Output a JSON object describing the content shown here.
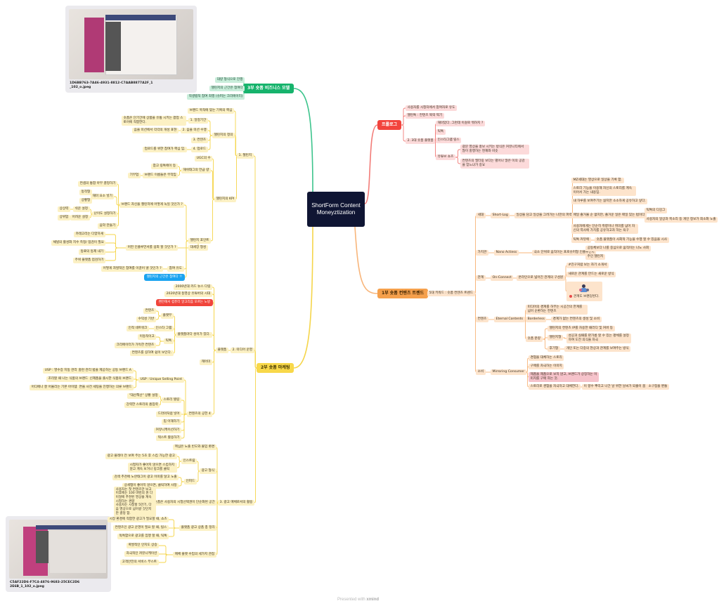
{
  "center": "ShortForm Content Moneyztization",
  "images": {
    "top_caption": "1D6BB763-7A46-4931-8812-C7AAB8877A2F_1_102_o.jpeg",
    "bottom_caption": "C5AF22D6-F7C4-4876-9683-25CEC2D62E6B_1_102_o.jpeg"
  },
  "footer": {
    "prefix": "Presented with",
    "brand": "xmind"
  },
  "colors": {
    "green": "#16b36c",
    "red": "#f2443d",
    "orange": "#f5a04c",
    "yellow": "#f8d84a",
    "center": "#0f1533"
  },
  "mindmap": {
    "nodes": {
      "g0": "3부 숏폼 비즈니스 모델",
      "g1": "대량 형식으로 진행",
      "g2": "챌린저의 근간은 참여다",
      "g3": "적생탭적 참여 최행 (슈퍼는 크리에이터)",
      "r0": "프롤로그",
      "r1": "사용자를 시청자에서 참여자로 유도",
      "r2": "챌린톡 : 컨텐츠 뚝딱 찍기",
      "r3": "2. 3대 숏폼 플랫폼",
      "r4": "재미있다. 그런데 이걸로 뭐하지 ?",
      "r5": "틱톡",
      "r6": "인스타그램 릴스",
      "r7": "유튜브 쇼츠",
      "r8": "광문 영상을 홍보 시키는 방식은 커뮤니티에서 많이 홍행하는 현재와 비슷",
      "r9": "컨텐츠의 필터링 보다는 별어나 많은 이의 공감을 얻느냐가 중요",
      "o0": "1부 숏폼 컨텐츠 트렌드",
      "o1": "5대 키워드 : 숏폼 컨텐츠 트렌드",
      "o2": "세대",
      "o3": "Short-Log",
      "o4": "일상을 담고 일상을 그려가는 나만의 파력",
      "o5": "MZ세대는 영상으로 일상을 기록 함.",
      "o6": "스토리 기능을 이용해 자신의 스토리를 계속 이어서 가는 내용임.",
      "o7": "내 하루를 보여주기는 싫지만 소소하게 공유하고 싶다.",
      "o8": "매일 즐거울 순 없지만, 즐거운 일은 매일 있는 법이다",
      "o9": "틱톡의 디깅그",
      "o10": "사용자의 일상과 목소리 등 개인 정보가 최소화 노출",
      "o11": "사용자에게는 단순히 취향이나 취미를 넘어 자신의 역사에 가치를 공유하고자 하는 욕구",
      "o12": "틱톡 커뮤에",
      "o13": "숏폼 플랫폼이 사회적 기능을 수행 할 수 있음을 시사",
      "o14": "가치관",
      "o15": "Nano Actiess",
      "o16": "극소 단위로 움직이는 프로슈머형 인플루언서",
      "o17": "공동체보다 나를 중심으로 움직이는 나노 사회",
      "o18": "주인 챌린저",
      "o19": "관계",
      "o20": "On-Connect",
      "o21": "온라인으로 넓어진 관계의 구성원",
      "o22": "#친구처럼 보는 자기 소개서",
      "o23": "새로운 관계를 만드는 새로운 방식",
      "o24": "관계도 브랜딩된다.",
      "o25": "컨텐츠",
      "o26": "Eternal Contents",
      "o27": "미디어의 경계를 허무는 시공간의 한계를 넘어 순환하는 컨텐츠",
      "o28": "Borderless",
      "o29": "경계가 없는 컨텐츠의 생성 및 소비",
      "o30": "숏폼 분량",
      "o31": "챌린저의 컨텐츠 IP를 차용한 패러디 및 커버 등",
      "o32": "챌린지형",
      "o33": "성공과 실패를 판가름 할 수 있는 평체를 설정하여 도전 의식을 자극",
      "o34": "후기형",
      "o35": "개인 또는 다중의 현상과 관계를 보여주는 방식",
      "o36": "소비",
      "o37": "Mirroring Consumer",
      "o38": "경험을 대체하는 스토리",
      "o39": "구매를 자극하는 이미지",
      "o40": "제품을 제품으로 보지 않고, 브랜드가 상징하는 이미지를 구매 하는 것.",
      "o41": "스토리로 경험을 자극하고 대체한다.",
      "o42": "이 향수 뿌리고 나간 날 위한 날씨가 되줄이 봄",
      "o43": "소구점을 판돌",
      "y0": "2부 숏폼 마케팅",
      "y1": "1. 챌린지",
      "y2": "브랜드 목적에 맞는 기획의 핵심",
      "y3": "챌린지의 정의",
      "y4": "1. 일정기간",
      "y5": "숏폼은 단기간에 상품을 유통 시키는 팝업 스토어에 적합한다.",
      "y6": "2. 음을 미션 수행",
      "y7": "음을 미션에서 각각의 개성 표현",
      "y8": "3. 컨텐츠",
      "y9": "4. 업로드",
      "y10": "업로드를 위한 참여가 핵심 임.",
      "y11": "챌린지의 KPI",
      "y12": "UGC의 수",
      "y13": "해쉬태그의 언급 량",
      "y14": "참고 링톡에이 등",
      "y15": "브랜드 이름들은 무작임",
      "y16": "기무업",
      "y17": "챌린지 포인트",
      "y18": "브랜드 자신을 챌린지에 어떻게 녹일 것인가 ?",
      "y19": "컨셉의 통합 아무 결정하기",
      "y20": "재미 요소 넣기",
      "y21": "동작형",
      "y22": "상황형",
      "y23": "난이도 설정하기",
      "y24": "쉬운 설정",
      "y25": "상상력",
      "y26": "어려운 설정",
      "y27": "상위업",
      "y28": "음악 만들기",
      "y29": "대세장 형성",
      "y30": "어떤 인플루언서를 섭외 할 것인가 ?",
      "y31": "카테고리는 다양하게",
      "y32": "채널의 활성화 지수 측정/ 점검이 필요",
      "y33": "동료의 동제 내기",
      "y34": "주위 플랫폼 점검하기",
      "y35": "참여 유도",
      "y36": "어떻게 자발적인 참여를 이끌어 낼 것인가 ?",
      "y37": "챌린지의 근간은 참여다 !!",
      "y38": "2. 미디어 운영",
      "y39": "플랫폼",
      "y40": "2000년대 카드 뉴스 다링",
      "y41": "2020년대 동영상 유튜버의 시대",
      "y42": "왠만해서 컴퓨터 알고리즘 모르는 노방",
      "y43": "플랫폼마다 성이가 있다.",
      "y44": "플랫부",
      "y45": "컨텐츠",
      "y46": "수익성 기반",
      "y47": "인스타 그램",
      "y48": "인적 네트워크",
      "y49": "틱톡",
      "y50": "이동적이고",
      "y51": "크리에이터가 가득한 컨텐츠",
      "y52": "컨텐츠를 길하여 쉽이 보인다.",
      "y53": "캐어미",
      "y54": "컨텐츠의 공헌 4",
      "y55": "USP : Unique Selling Point",
      "y56": "홈런 관리 법을 제공하는 공동 브랜드 A",
      "y57": "USP : 영수증 지동 관리",
      "y58": "신제품을 출시한 식품의 브랜드",
      "y59": "조리할 때 나는 식품의 브랜드",
      "y60": "면을 사전 세팅을 진행하는 의류 브랜드",
      "y61": "어디에나 잘 어울리는 기본 아이템",
      "y62": "스토리 텔링",
      "y63": "\"대산책산\" 상황 설정",
      "y64": "강력한 스토리의 흡입력",
      "y65": "드라마처럼 넣어",
      "y66": "밈 이해하기",
      "y67": "커뮤니케이션하기",
      "y68": "텍스트 활용하기",
      "y69": "3. 광고 매체로서의 활용",
      "y70": "핵심은 노출 빈도와 몰입 환경",
      "y71": "광고 형식",
      "y72": "인스트림",
      "y73": "광고 플레이 전 보여 주는 5초 후 스킵 가능한 광고",
      "y74": "시청자가 좋아지 않으면 스킵하지 않고 계속 보거나 링크를 클릭",
      "y75": "인피드",
      "y76": "검색 추천에 노란태그이 광고 이미를 달고 노출",
      "y77": "상세맵이 좋아지 않으면, 클릭하여 사정",
      "y78": "숏폼은 사용자의 시청선택권이 단순화된 공간",
      "y79": "사용자는 첫 컨텐츠만 보고 이후에는 100 마련의 뭔 다이얼에 추천된 영상을 계속 시청하는 경향",
      "y80": "사용자는 시청할 5만기, 다음 영상으로 넘어갈 것인지만 결정 함.",
      "y81": "플랫폼 광고 상품 총 정리",
      "y82": "시장 환경에 적합한 광고가 필요할 때, 쇼츠",
      "y83": "컨텐츠인 광고 운영이 필요 할 때, 릴스",
      "y84": "독특함으로 광고를 집행 할 때, 틱톡",
      "y85": "매체 플랫 수입의 세가지 관점",
      "y86": "폭발적인 인지도 상승",
      "y87": "자극적인 커뮤니케이션",
      "y88": "고객안전의 서비스 부스트"
    }
  }
}
